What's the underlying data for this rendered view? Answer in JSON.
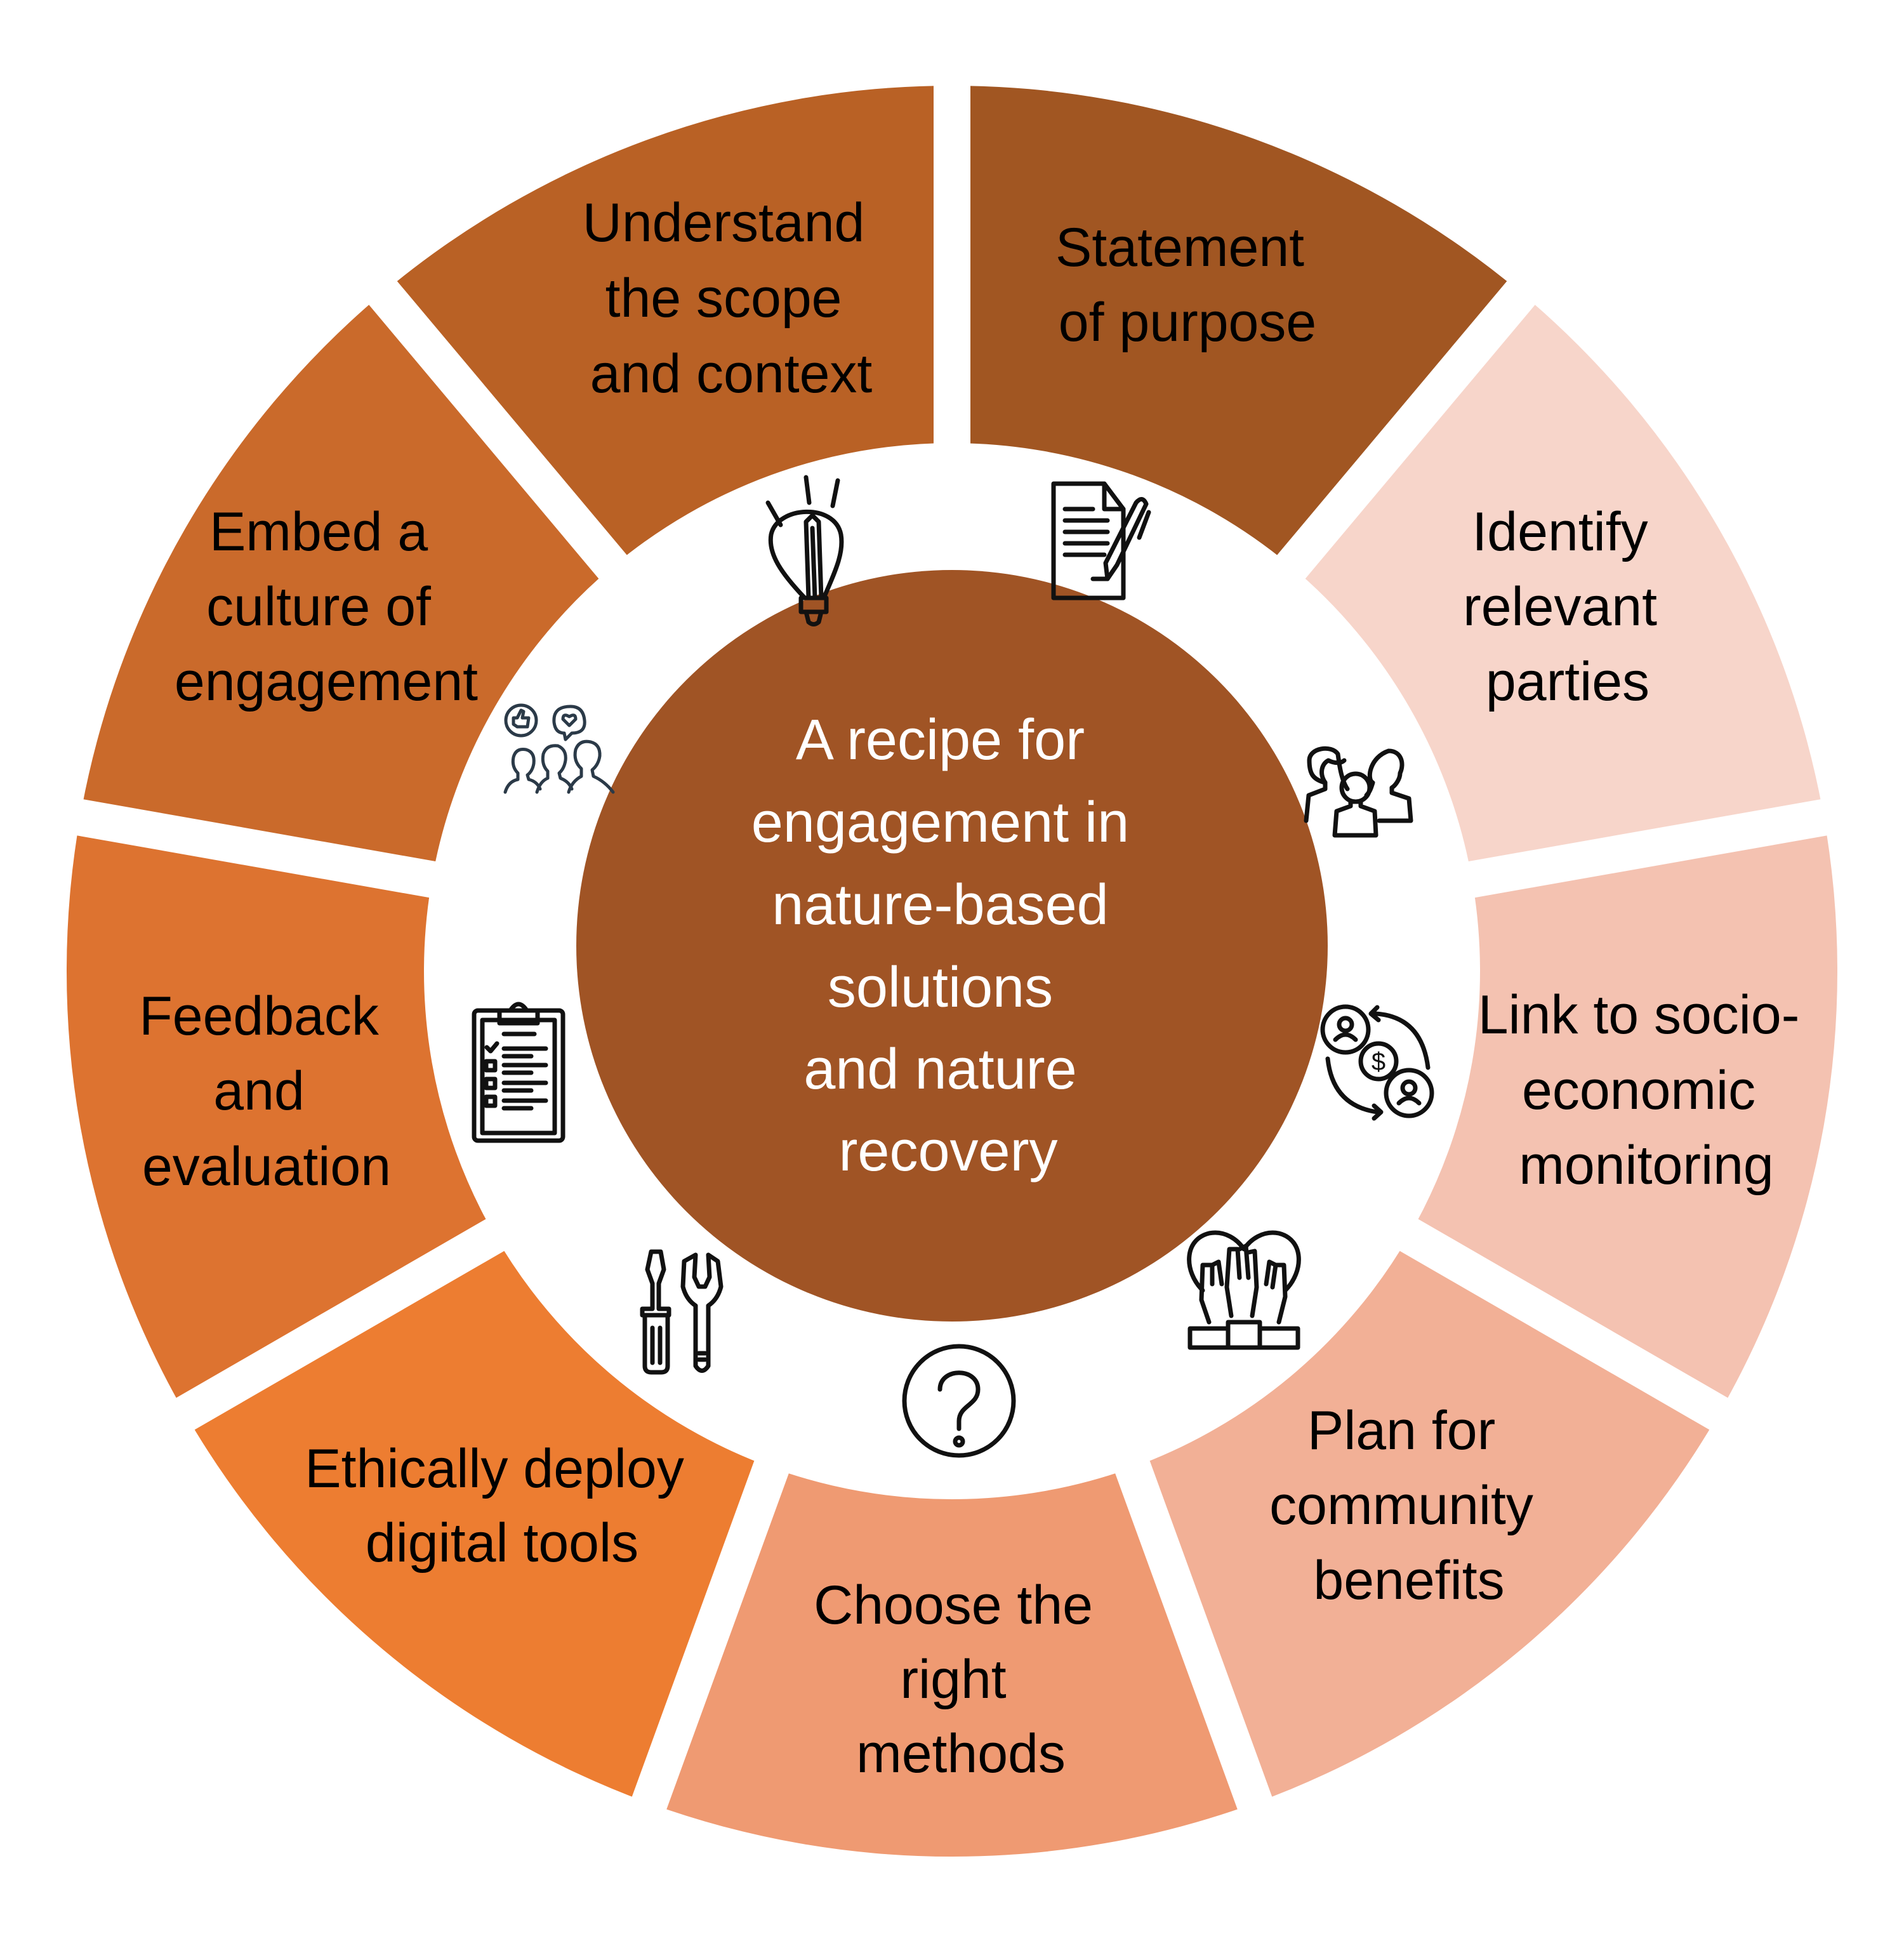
{
  "diagram": {
    "type": "cycle-wheel",
    "center": {
      "lines": [
        "A recipe for",
        "engagement in",
        "nature-based",
        "solutions",
        "and nature",
        "recovery"
      ],
      "color": "#A05425",
      "text_color": "#FFFFFF"
    },
    "segments": [
      {
        "id": "understand",
        "lines": [
          "Understand",
          "the scope",
          "and context"
        ],
        "color": "#A15622",
        "icon": "lightbulb-pencil-icon"
      },
      {
        "id": "statement",
        "lines": [
          "Statement",
          "of purpose"
        ],
        "color": "#F7D5CA",
        "icon": "document-pen-icon"
      },
      {
        "id": "identify",
        "lines": [
          "Identify",
          "relevant",
          "parties"
        ],
        "color": "#F4C2B1",
        "icon": "people-group-icon"
      },
      {
        "id": "link",
        "lines": [
          "Link to socio-",
          "economic",
          "monitoring"
        ],
        "color": "#F2B096",
        "icon": "money-exchange-icon"
      },
      {
        "id": "plan",
        "lines": [
          "Plan for",
          "community",
          "benefits"
        ],
        "color": "#EF9A72",
        "icon": "heart-hands-icon"
      },
      {
        "id": "choose",
        "lines": [
          "Choose the",
          "right",
          "methods"
        ],
        "color": "#ED7D31",
        "icon": "question-mark-icon"
      },
      {
        "id": "ethically",
        "lines": [
          "Ethically deploy",
          "digital tools"
        ],
        "color": "#DD7330",
        "icon": "tools-icon"
      },
      {
        "id": "feedback",
        "lines": [
          "Feedback",
          "and",
          "evaluation"
        ],
        "color": "#CA6A2B",
        "icon": "clipboard-checklist-icon"
      },
      {
        "id": "embed",
        "lines": [
          "Embed a",
          "culture of",
          "engagement"
        ],
        "color": "#B96125",
        "icon": "social-feedback-icon"
      }
    ]
  }
}
